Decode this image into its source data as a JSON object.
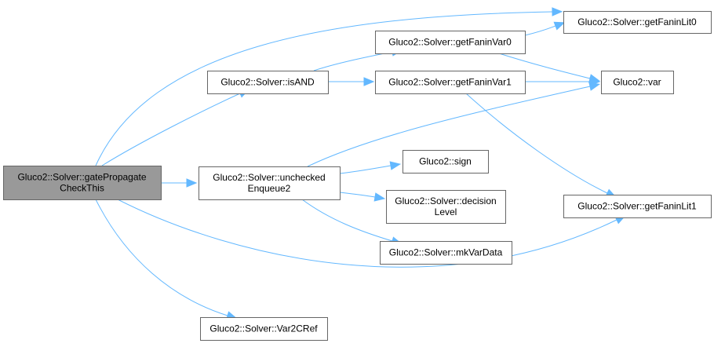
{
  "diagram": {
    "type": "call-graph",
    "colors": {
      "edge": "#63b8ff",
      "root_fill": "#999999",
      "node_fill": "#ffffff",
      "border": "#666666"
    },
    "nodes": [
      {
        "id": "root",
        "lines": [
          "Gluco2::Solver::gatePropagate",
          "CheckThis"
        ],
        "root": true
      },
      {
        "id": "isAND",
        "lines": [
          "Gluco2::Solver::isAND"
        ]
      },
      {
        "id": "unchecked",
        "lines": [
          "Gluco2::Solver::unchecked",
          "Enqueue2"
        ]
      },
      {
        "id": "var2cref",
        "lines": [
          "Gluco2::Solver::Var2CRef"
        ]
      },
      {
        "id": "getFaninVar0",
        "lines": [
          "Gluco2::Solver::getFaninVar0"
        ]
      },
      {
        "id": "getFaninVar1",
        "lines": [
          "Gluco2::Solver::getFaninVar1"
        ]
      },
      {
        "id": "sign",
        "lines": [
          "Gluco2::sign"
        ]
      },
      {
        "id": "decisionLevel",
        "lines": [
          "Gluco2::Solver::decision",
          "Level"
        ]
      },
      {
        "id": "mkVarData",
        "lines": [
          "Gluco2::Solver::mkVarData"
        ]
      },
      {
        "id": "getFaninLit0",
        "lines": [
          "Gluco2::Solver::getFaninLit0"
        ]
      },
      {
        "id": "var",
        "lines": [
          "Gluco2::var"
        ]
      },
      {
        "id": "getFaninLit1",
        "lines": [
          "Gluco2::Solver::getFaninLit1"
        ]
      }
    ],
    "edges": [
      {
        "from": "root",
        "to": "getFaninLit0"
      },
      {
        "from": "root",
        "to": "isAND"
      },
      {
        "from": "root",
        "to": "unchecked"
      },
      {
        "from": "root",
        "to": "getFaninLit1"
      },
      {
        "from": "root",
        "to": "var2cref"
      },
      {
        "from": "isAND",
        "to": "getFaninVar0"
      },
      {
        "from": "isAND",
        "to": "getFaninVar1"
      },
      {
        "from": "getFaninVar0",
        "to": "getFaninLit0"
      },
      {
        "from": "getFaninVar0",
        "to": "var"
      },
      {
        "from": "getFaninVar1",
        "to": "var"
      },
      {
        "from": "getFaninVar1",
        "to": "getFaninLit1"
      },
      {
        "from": "unchecked",
        "to": "var"
      },
      {
        "from": "unchecked",
        "to": "sign"
      },
      {
        "from": "unchecked",
        "to": "decisionLevel"
      },
      {
        "from": "unchecked",
        "to": "mkVarData"
      }
    ]
  }
}
